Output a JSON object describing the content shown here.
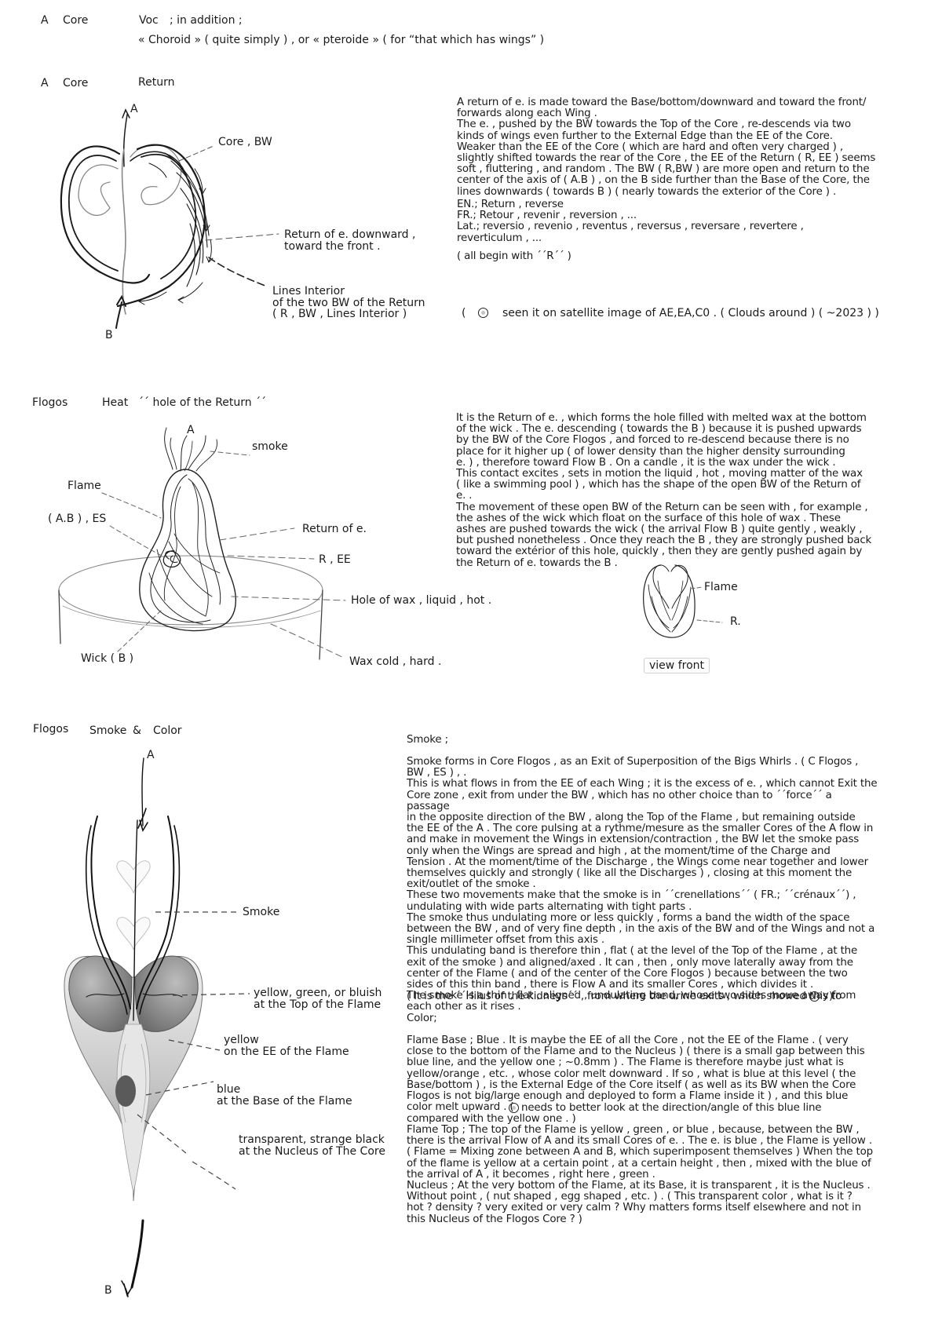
{
  "sec1": {
    "col_a": "A",
    "col_core": "Core",
    "voc": "Voc",
    "voc_rest": ";  in addition ;",
    "voc_line2": "« Choroid » ( quite simply ) , or « pteroide » ( for “that which has wings” )"
  },
  "sec2": {
    "col_a": "A",
    "col_core": "Core",
    "title": "Return",
    "fig": {
      "label_a": "A",
      "label_b": "B",
      "core_bw": "Core , BW",
      "return_down": "Return of e. downward ,\n toward the front .",
      "lines_interior": "Lines Interior\nof the two BW of the Return\n( R , BW , Lines Interior )"
    },
    "para1": "A return of e. is made toward the Base/bottom/downward and toward the front/\nforwards along each Wing .\nThe e. , pushed by the BW towards the Top of the Core , re-descends via two\nkinds of wings even further to the External Edge than the EE of the Core.\nWeaker than the EE of the Core ( which are hard and often very charged ) ,\nslightly shifted towards the rear of the Core , the EE of the Return ( R, EE ) seems\nsoft , fluttering , and random . The BW ( R,BW ) are more open and return to the\ncenter of the axis of ( A.B ) , on the B side further than the Base of the Core, the\nlines downwards ( towards B ) ( nearly towards the exterior of the Core ) .",
    "para2": "EN.; Return , reverse\nFR.; Retour , revenir , reversion , ...\nLat.; reversio , revenio , reventus , reversus , reversare , revertere ,\nreverticulum , ...",
    "para3": "( all begin with ´´R´´ )",
    "note_open": "(",
    "note_text": "seen it on satellite image of AE,EA,C0 . ( Clouds around )  ( ~2023 )  )"
  },
  "sec3": {
    "title": "Flogos",
    "heat": "Heat",
    "hole": "´´ hole of the Return ´´",
    "fig": {
      "label_a": "A",
      "smoke": "smoke",
      "flame": "Flame",
      "ab_es": "( A.B ) , ES",
      "return_e": "Return of e.",
      "r_ee": "R , EE",
      "hole_wax": "Hole of wax , liquid , hot .",
      "wick": "Wick ( B )",
      "wax_cold": "Wax cold , hard ."
    },
    "para": "It is the Return of e. , which forms the hole filled with melted wax at the bottom\nof the wick . The e. descending ( towards the B ) because it is pushed upwards\nby the BW of the Core Flogos , and forced to re-descend because there is no\nplace for it higher up ( of lower density than the higher density surrounding\ne. ) , therefore toward Flow B . On a candle , it is the wax under the wick .\nThis contact excites , sets in motion the liquid , hot , moving matter of the wax\n( like a swimming pool ) , which has the shape of the open BW of the Return of\ne. .\nThe movement of these open BW of the Return can be seen with , for example ,\nthe ashes of the wick which float on the surface of this hole of wax . These\nashes are pushed towards the wick ( the arrival Flow B ) quite gently , weakly ,\nbut pushed nonetheless . Once they reach the B , they are strongly pushed back\ntoward the extérior of this hole, quickly , then they are gently pushed again by\nthe Return of e. towards the B .",
    "small_fig": {
      "flame": "Flame",
      "r": "R.",
      "view_front": "view front"
    }
  },
  "sec4": {
    "title": "Flogos",
    "smoke": "Smoke",
    "amp": "&",
    "color": "Color",
    "fig": {
      "label_a": "A",
      "label_b": "B",
      "smoke": "Smoke",
      "yellow_green": "yellow, green, or bluish\nat the Top of the Flame",
      "yellow_ee": "yellow\non the EE of the Flame",
      "blue_base": "blue\nat the Base of the Flame",
      "transparent": "transparent, strange black\nat the Nucleus of The Core"
    },
    "smoke_head": "Smoke ;",
    "smoke_para": "Smoke forms in Core Flogos , as an Exit of Superposition of the Bigs Whirls . ( C Flogos ,\nBW , ES ) ,  .\nThis is what flows in from the EE of each Wing ; it is the excess of e. , which cannot Exit the\nCore zone , exit from under the BW , which has no other choice than to ´´force´´ a passage\nin the opposite direction of the BW , along the Top of the Flame , but remaining outside\nthe EE of the A . The core pulsing at a rythme/mesure as the smaller Cores of the A flow in\nand make in movement the Wings in extension/contraction , the BW let the smoke pass\nonly when the Wings are spread and high , at the moment/time of the Charge and\nTension . At the moment/time of the Discharge , the Wings come near together and lower\nthemselves quickly and strongly ( like all the Discharges ) , closing at this moment the\nexit/outlet of the smoke .\nThese two movements make that the smoke is in ´´crenellations´´ ( FR.; ´´crénaux´´) ,\nundulating with wide parts alternating with tight parts .\nThe smoke thus undulating more or less quickly , forms a band the width of the space\nbetween the BW , and of very fine depth , in the axis of the BW and of the Wings and not a\nsingle millimeter offset from this axis .\nThis undulating band is therefore thin , flat ( at the level of the Top of the Flame , at the\nexit of the smoke ) and aligned/axed . It can , then , only move laterally away from the\ncenter of the Flame ( and of the center of the Core Flogos ) because between the two\nsides of this thin band , there is Flow A and its smaller Cores , which divides it .\nThe smoke is a thin , flat , aligned , undulating band, whose two sides move away from\neach other as it rises .",
    "smoke_last": "( It is the ´´Hilus of the kidneys´´ , from where the urine exits , which showed this to",
    "smoke_last_end": ")",
    "color_head": "Color;",
    "color_para1": "Flame Base ;   Blue . It is maybe the EE of all the Core  , not the EE of the Flame .  ( very\nclose to the bottom of the Flame and to the Nucleus ) ( there is a small gap between this\nblue line, and the yellow one ; ~0.8mm ) . The Flame is therefore maybe just what is\nyellow/orange , etc. , whose color melt downward . If so , what is blue at this level ( the\nBase/bottom ) , is the External Edge of the Core itself ( as well as its BW when the Core\nFlogos is not big/large enough and deployed to form a Flame inside it ) , and this blue\ncolor melt upward . (",
    "color_para1_b": "needs to better look at the direction/angle of this blue line\ncompared with the yellow one . )",
    "color_para2": "Flame Top ;   The top of the Flame is yellow , green , or blue , because, between the BW ,\nthere is the arrival Flow of A and its small Cores of e. . The e. is blue , the Flame is yellow .\n( Flame = Mixing zone between A and B, which superimposent themselves ) When the top\nof the flame is yellow at a certain point , at a certain height , then , mixed with the blue of\nthe arrival of A , it becomes , right here , green .\nNucleus ;   At the very bottom of the Flame, at its Base, it is transparent , it is the Nucleus .\nWithout point , ( nut shaped , egg shaped , etc. ) . ( This transparent color , what is it ?\nhot ? density ? very exited or very calm ? Why matters forms itself elsewhere and not in\nthis Nucleus of the Flogos Core ? )"
  }
}
